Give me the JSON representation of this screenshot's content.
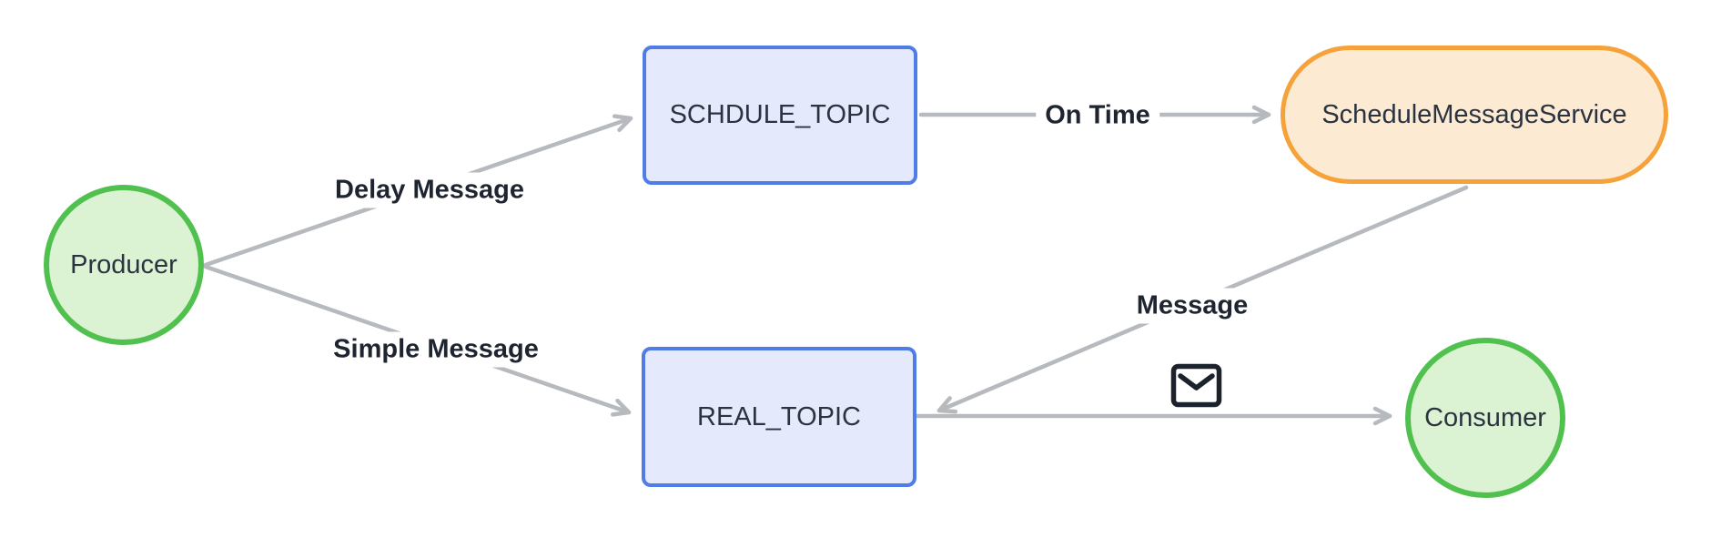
{
  "diagram": {
    "type": "flowchart",
    "background": "#ffffff",
    "nodes": {
      "producer": {
        "label": "Producer",
        "shape": "circle",
        "fill": "#dbf3d2",
        "border": "#50c04e"
      },
      "schdule_topic": {
        "label": "SCHDULE_TOPIC",
        "shape": "rect",
        "fill": "#e4eafc",
        "border": "#4f7ce7"
      },
      "schedule_message_service": {
        "label": "ScheduleMessageService",
        "shape": "stadium",
        "fill": "#fcead3",
        "border": "#f5a23a"
      },
      "real_topic": {
        "label": "REAL_TOPIC",
        "shape": "rect",
        "fill": "#e4eafc",
        "border": "#4f7ce7"
      },
      "consumer": {
        "label": "Consumer",
        "shape": "circle",
        "fill": "#dbf3d2",
        "border": "#50c04e"
      }
    },
    "edge_labels": {
      "delay": "Delay Message",
      "simple": "Simple Message",
      "on_time": "On Time",
      "message": "Message"
    },
    "edges": [
      {
        "from": "producer",
        "to": "schdule_topic",
        "label": "Delay Message"
      },
      {
        "from": "producer",
        "to": "real_topic",
        "label": "Simple Message"
      },
      {
        "from": "schdule_topic",
        "to": "schedule_message_service",
        "label": "On Time"
      },
      {
        "from": "schedule_message_service",
        "to": "real_topic",
        "label": "Message"
      },
      {
        "from": "real_topic",
        "to": "consumer",
        "label_icon": "envelope-icon"
      }
    ],
    "colors": {
      "edge_line": "#b6b9bd",
      "edge_label_text": "#1f2530",
      "node_text": "#2b3340",
      "envelope_icon": "#1c222c",
      "green_border": "#50c04e",
      "green_fill": "#dbf3d2",
      "blue_border": "#4f7ce7",
      "blue_fill": "#e4eafc",
      "orange_border": "#f5a23a",
      "orange_fill": "#fcead3"
    }
  }
}
